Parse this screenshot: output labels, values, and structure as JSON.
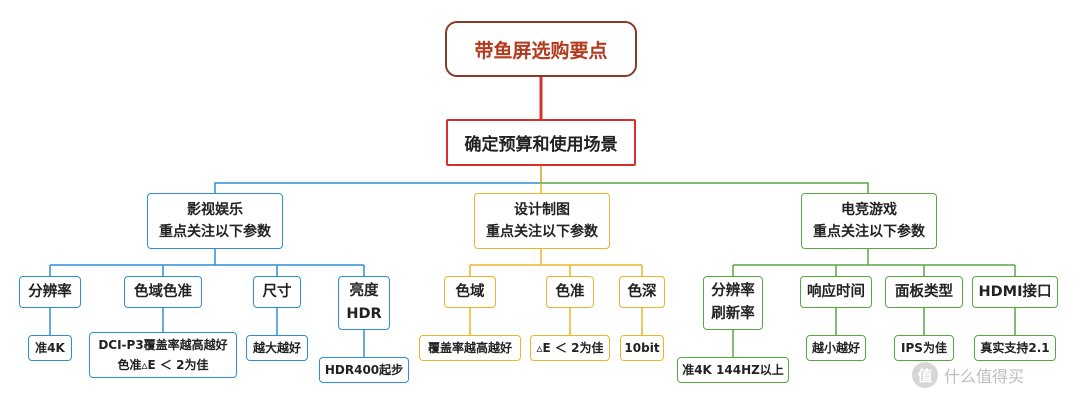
{
  "root": {
    "label": "带鱼屏选购要点"
  },
  "level1": {
    "label": "确定预算和使用场景"
  },
  "categories": [
    {
      "label": "影视娱乐\n重点关注以下参数",
      "params": [
        {
          "label": "分辨率",
          "leaf": "准4K"
        },
        {
          "label": "色域色准",
          "leaf": "DCI-P3覆盖率越高越好\n色准▵E ＜ 2为佳"
        },
        {
          "label": "尺寸",
          "leaf": "越大越好"
        },
        {
          "label": "亮度\nHDR",
          "leaf": "HDR400起步"
        }
      ]
    },
    {
      "label": "设计制图\n重点关注以下参数",
      "params": [
        {
          "label": "色域",
          "leaf": "覆盖率越高越好"
        },
        {
          "label": "色准",
          "leaf": "▵E ＜ 2为佳"
        },
        {
          "label": "色深",
          "leaf": "10bit"
        }
      ]
    },
    {
      "label": "电竞游戏\n重点关注以下参数",
      "params": [
        {
          "label": "分辨率\n刷新率",
          "leaf": "准4K 144HZ以上"
        },
        {
          "label": "响应时间",
          "leaf": "越小越好"
        },
        {
          "label": "面板类型",
          "leaf": "IPS为佳"
        },
        {
          "label": "HDMI接口",
          "leaf": "真实支持2.1"
        }
      ]
    }
  ],
  "watermark": {
    "icon": "值",
    "text": "什么值得买"
  },
  "colors": {
    "root_border": "#8b3a2a",
    "root_text": "#b23a1e",
    "red": "#d9302a",
    "blue": "#2f8fd6",
    "yellow": "#f0b428",
    "green": "#57a845"
  }
}
